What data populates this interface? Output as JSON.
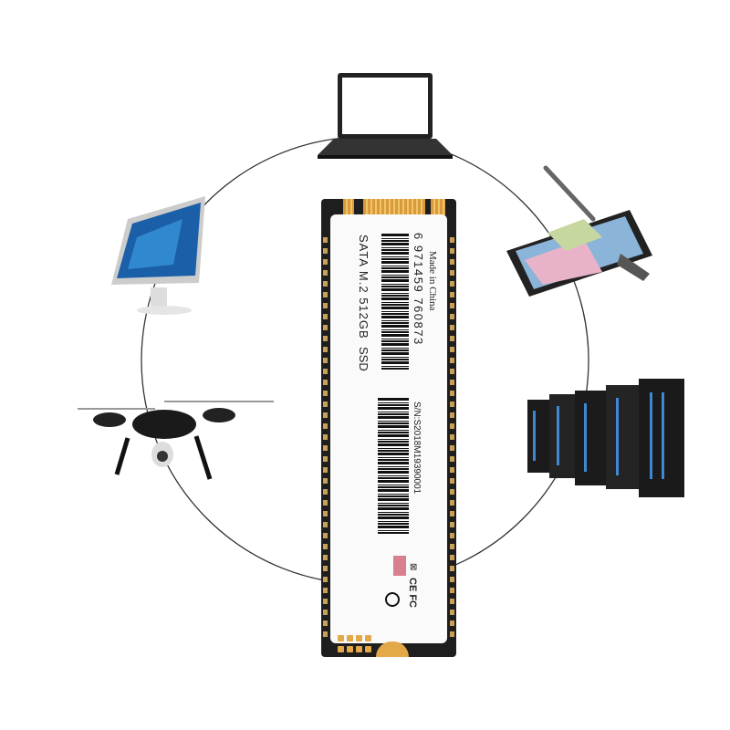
{
  "ssd": {
    "type_label": "SSD",
    "model_label": "SATA M.2 512GB",
    "barcode_number": "6 971459 760873",
    "origin": "Made in China",
    "serial": "S/N:S2018M19390001",
    "cert_marks": "CE FC",
    "sata_logo": "SATA"
  },
  "devices": [
    "laptop-icon",
    "tablet-icon",
    "server-rack-icon",
    "drone-icon",
    "monitor-icon"
  ],
  "colors": {
    "board": "#1e1e1e",
    "gold": "#e3a948",
    "circle": "#333333"
  }
}
